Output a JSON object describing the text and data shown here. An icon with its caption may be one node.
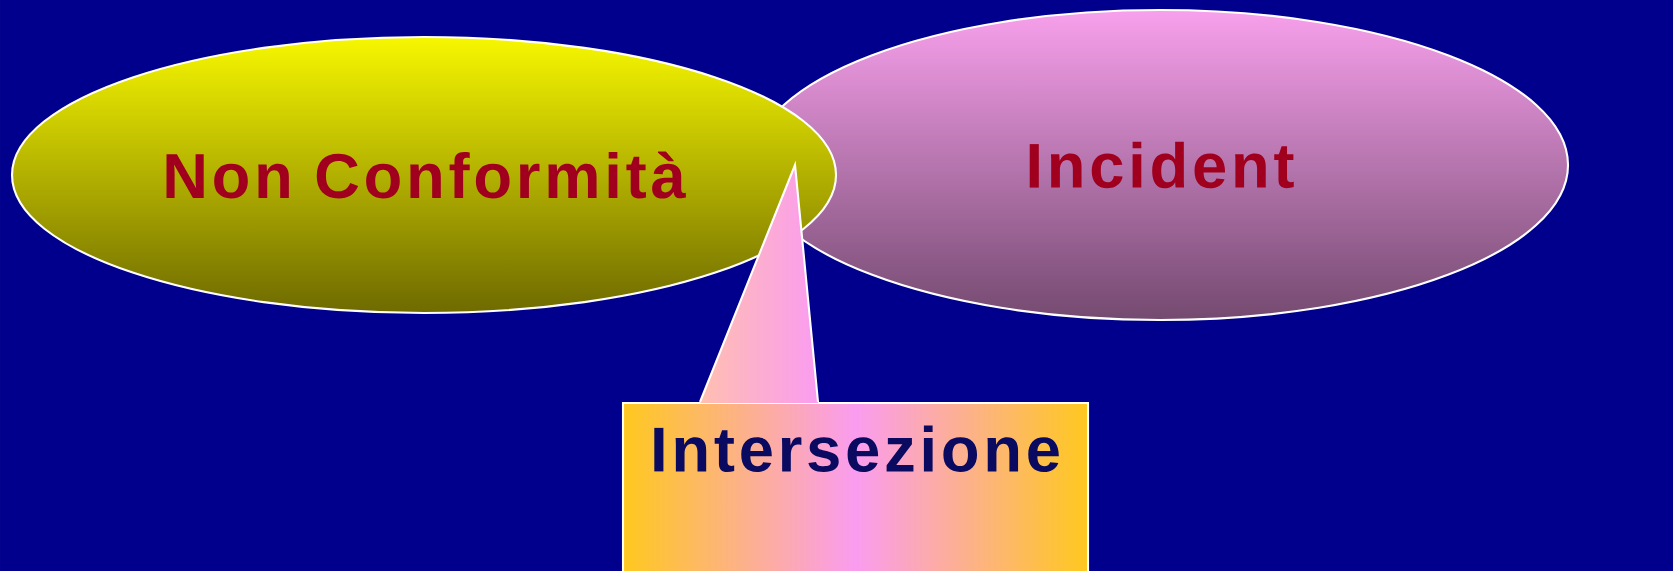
{
  "diagram": {
    "nodes": [
      {
        "text": [
          "Non Conformità"
        ]
      },
      {
        "text": [
          "Incident"
        ]
      },
      {
        "text": [
          "Intersezione"
        ]
      }
    ]
  }
}
